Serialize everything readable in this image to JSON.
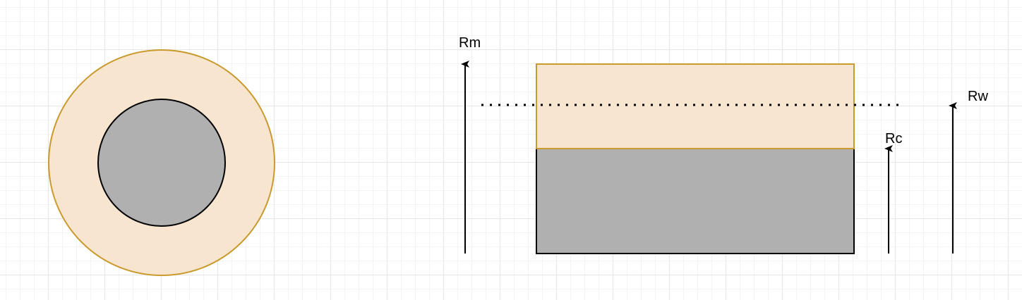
{
  "labels": {
    "rm": "Rm",
    "rc": "Rc",
    "rw": "Rw"
  },
  "colors": {
    "shell_fill": "#f8e5cf",
    "shell_stroke": "#c99a2e",
    "core_fill": "#b0b0b0",
    "core_stroke": "#000000",
    "arrow": "#000000",
    "dotted_line": "#000000"
  }
}
